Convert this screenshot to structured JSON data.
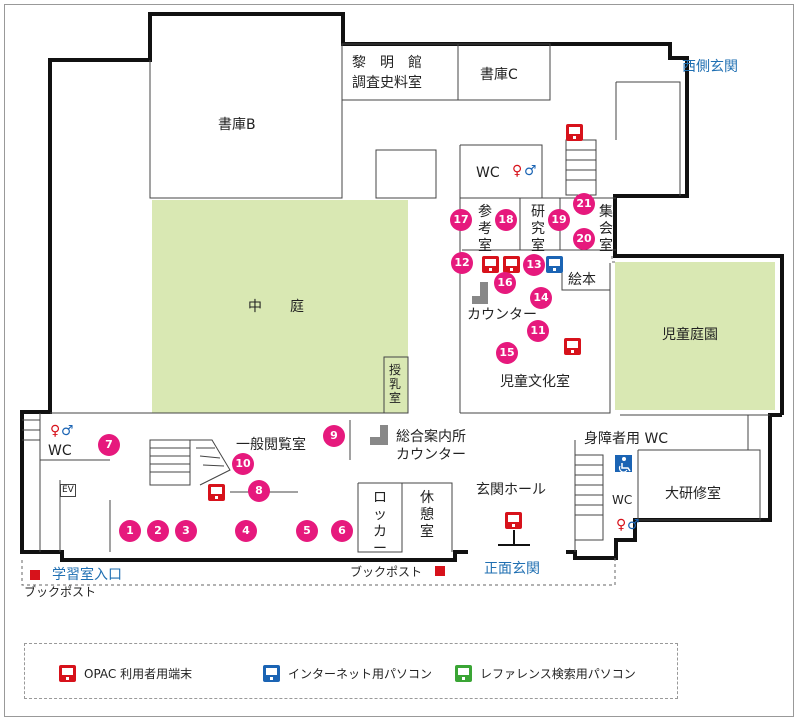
{
  "rooms": {
    "shoko_b": "書庫B",
    "shoko_c": "書庫C",
    "reimeikan_1": "黎　明　館",
    "reimeikan_2": "調査史料室",
    "chutei": "中　　庭",
    "jidoteien": "児童庭園",
    "jidobunka": "児童文化室",
    "counter_children": "カウンター",
    "ehon": "絵本",
    "sanko": "参考室",
    "kenkyu": "研究室",
    "shukai": "集会室",
    "junyu": "授乳室",
    "ippan": "一般閲覧室",
    "sogo_1": "総合案内所",
    "sogo_2": "カウンター",
    "genkan_hall": "玄関ホール",
    "locker": "ロッカー",
    "kyukei": "休憩室",
    "daikenshu": "大研修室",
    "shogaisha_wc": "身障者用 WC",
    "wc_top": "WC",
    "wc_left": "WC",
    "wc_right": "WC",
    "elevator": "EV"
  },
  "entrances": {
    "west": "西側玄関",
    "front": "正面玄関",
    "gakushu": "学習室入口"
  },
  "bookposts": {
    "left": "ブックポスト",
    "center": "ブックポスト"
  },
  "pins": [
    "1",
    "2",
    "3",
    "4",
    "5",
    "6",
    "7",
    "8",
    "9",
    "10",
    "11",
    "12",
    "13",
    "14",
    "15",
    "16",
    "17",
    "18",
    "19",
    "20",
    "21"
  ],
  "legend": [
    {
      "label": "OPAC 利用者用端末",
      "color": "#d7121b",
      "icon": "monitor-icon"
    },
    {
      "label": "インターネット用パソコン",
      "color": "#1b64b4",
      "icon": "monitor-icon"
    },
    {
      "label": "レファレンス検索用パソコン",
      "color": "#3aa535",
      "icon": "monitor-icon"
    }
  ],
  "colors": {
    "courtyard": "#d9e8b3",
    "pin": "#e6197d",
    "opac": "#d7121b",
    "internet": "#1b64b4",
    "reference": "#3aa535",
    "entrance_text": "#1f6fb2"
  }
}
